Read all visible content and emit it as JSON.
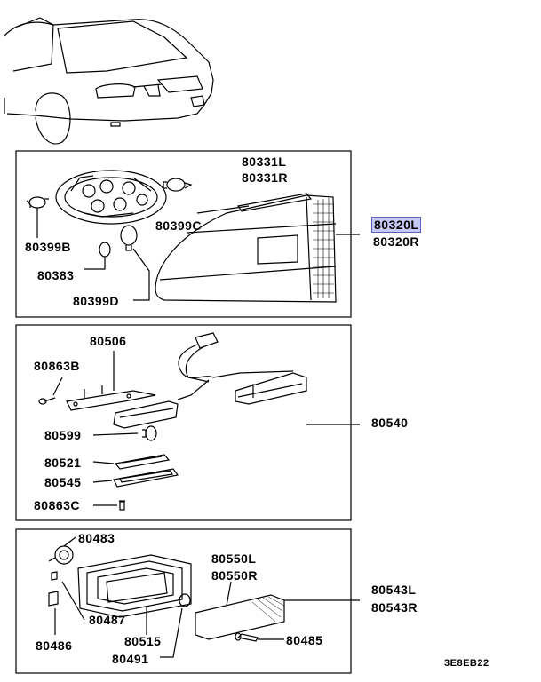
{
  "labels": {
    "p80331L": "80331L",
    "p80331R": "80331R",
    "p80320L": "80320L",
    "p80320R": "80320R",
    "p80399B": "80399B",
    "p80399C": "80399C",
    "p80383": "80383",
    "p80399D": "80399D",
    "p80506": "80506",
    "p80863B": "80863B",
    "p80540": "80540",
    "p80599": "80599",
    "p80521": "80521",
    "p80545": "80545",
    "p80863C": "80863C",
    "p80483": "80483",
    "p80550L": "80550L",
    "p80550R": "80550R",
    "p80543L": "80543L",
    "p80543R": "80543R",
    "p80487": "80487",
    "p80486": "80486",
    "p80515": "80515",
    "p80491": "80491",
    "p80485": "80485",
    "code": "3E8EB22"
  },
  "colors": {
    "highlight": "#c7c9f5",
    "highlight_border": "#5b5fc7",
    "line": "#000000"
  }
}
